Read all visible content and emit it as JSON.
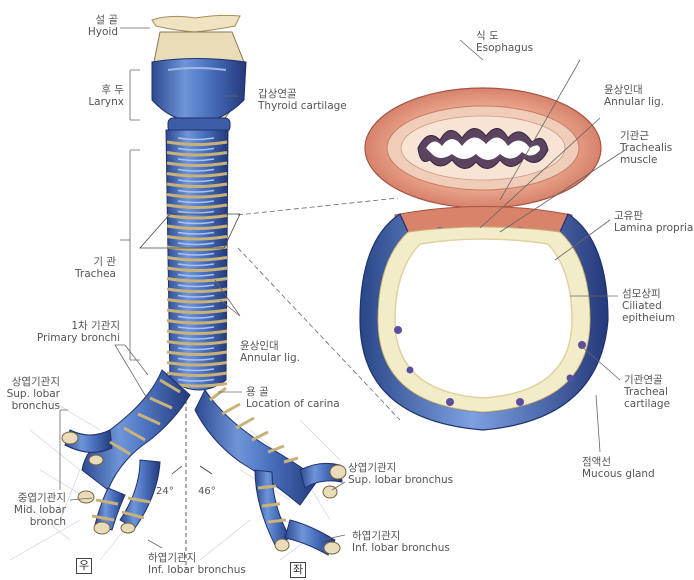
{
  "labels": {
    "hyoid": {
      "ko": "설 골",
      "en": "Hyoid"
    },
    "larynx": {
      "ko": "후 두",
      "en": "Larynx"
    },
    "thyroid": {
      "ko": "갑상연골",
      "en": "Thyroid cartilage"
    },
    "trachea": {
      "ko": "기 관",
      "en": "Trachea"
    },
    "primary_bronchi": {
      "ko": "1차 기관지",
      "en": "Primary bronchi"
    },
    "annular_left": {
      "ko": "윤상인대",
      "en": "Annular lig."
    },
    "sup_lobar_r": {
      "ko": "상엽기관지",
      "en1": "Sup. lobar",
      "en2": "bronchus"
    },
    "carina": {
      "ko": "용 골",
      "en": "Location of carina"
    },
    "mid_lobar": {
      "ko": "중엽기관지",
      "en1": "Mid. lobar",
      "en2": "bronch"
    },
    "inf_lobar_bottom": {
      "ko": "하엽기관지",
      "en": "Inf. lobar bronchus"
    },
    "sup_lobar_l": {
      "ko": "상엽기관지",
      "en": "Sup. lobar bronchus"
    },
    "inf_lobar_l": {
      "ko": "하엽기관지",
      "en": "Inf. lobar bronchus"
    },
    "esophagus": {
      "ko": "식 도",
      "en": "Esophagus"
    },
    "annular_right": {
      "ko": "윤상인대",
      "en": "Annular lig."
    },
    "trachealis": {
      "ko": "기관근",
      "en1": "Trachealis",
      "en2": "muscle"
    },
    "lamina": {
      "ko": "고유판",
      "en": "Lamina propria"
    },
    "ciliated": {
      "ko": "섬모상피",
      "en1": "Ciliated",
      "en2": "epitheium"
    },
    "tracheal_cart": {
      "ko": "기관연골",
      "en1": "Tracheal",
      "en2": "cartilage"
    },
    "mucous": {
      "ko": "점액선",
      "en": "Mucous gland"
    }
  },
  "angles": {
    "right": "24°",
    "left": "46°"
  },
  "sides": {
    "right": "우",
    "left": "좌"
  },
  "colors": {
    "cartilage": "#4a6fb5",
    "ligament": "#c9b27a",
    "esophagus": "#d98a74",
    "mucosa": "#f3ecc8"
  }
}
